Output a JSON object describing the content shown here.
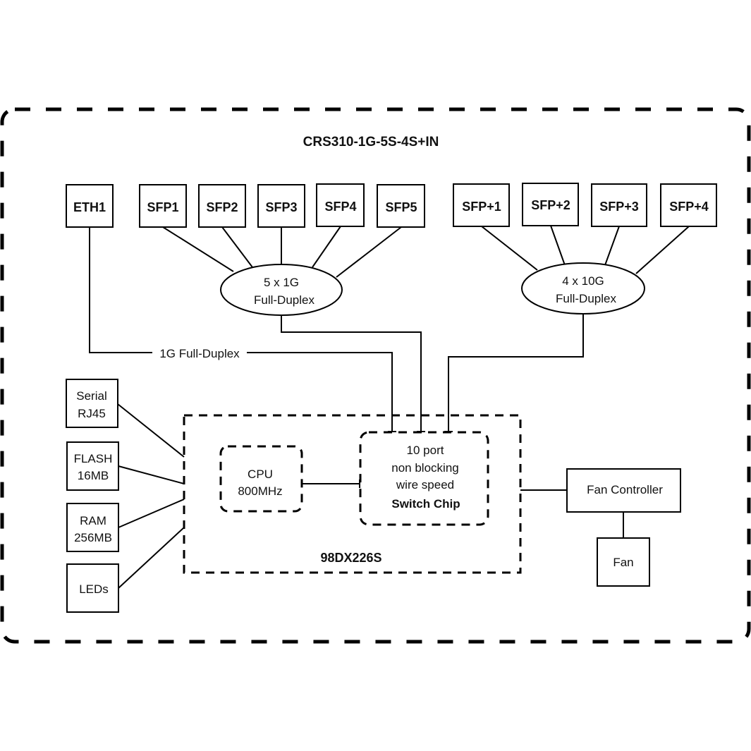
{
  "diagram": {
    "title": "CRS310-1G-5S-4S+IN",
    "ports_1g": {
      "eth": "ETH1",
      "sfp": [
        "SFP1",
        "SFP2",
        "SFP3",
        "SFP4",
        "SFP5"
      ]
    },
    "ports_10g": [
      "SFP+1",
      "SFP+2",
      "SFP+3",
      "SFP+4"
    ],
    "hub_1g": {
      "line1": "5 x 1G",
      "line2": "Full-Duplex"
    },
    "hub_10g": {
      "line1": "4 x 10G",
      "line2": "Full-Duplex"
    },
    "eth_link_label": "1G Full-Duplex",
    "peripherals": [
      {
        "line1": "Serial",
        "line2": "RJ45"
      },
      {
        "line1": "FLASH",
        "line2": "16MB"
      },
      {
        "line1": "RAM",
        "line2": "256MB"
      },
      {
        "line1": "LEDs",
        "line2": ""
      }
    ],
    "soc_label": "98DX226S",
    "cpu": {
      "line1": "CPU",
      "line2": "800MHz"
    },
    "switch_chip": {
      "line1": "10 port",
      "line2": "non blocking",
      "line3": "wire speed",
      "line4": "Switch Chip"
    },
    "fan_controller": "Fan Controller",
    "fan": "Fan"
  }
}
